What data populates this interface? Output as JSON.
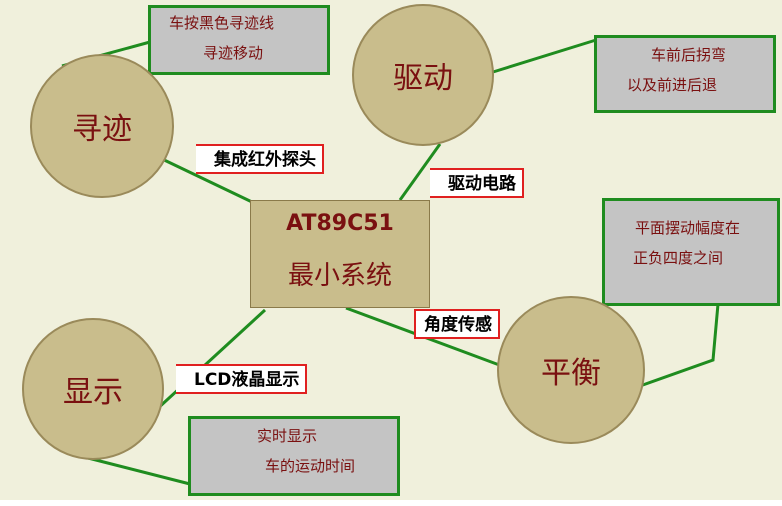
{
  "central": {
    "line1": "AT89C51",
    "line2": "最小系统"
  },
  "modules": {
    "tracking": "寻迹",
    "drive": "驱动",
    "display": "显示",
    "balance": "平衡"
  },
  "notes": {
    "tracking": [
      "车按黑色寻迹线",
      "寻迹移动"
    ],
    "drive": [
      "车前后拐弯",
      "以及前进后退"
    ],
    "balance": [
      "平面摆动幅度在",
      "正负四度之间"
    ],
    "display": [
      "实时显示",
      "车的运动时间"
    ]
  },
  "tags": {
    "sensor": "集成红外探头",
    "drive": "驱动电路",
    "angle": "角度传感",
    "lcd": "LCD液晶显示"
  },
  "colors": {
    "link": "#1f8c1f",
    "circle": "#c9bd8c",
    "text": "#7a1010",
    "tag_border": "#e02020",
    "note_fill": "#c4c4c4"
  }
}
